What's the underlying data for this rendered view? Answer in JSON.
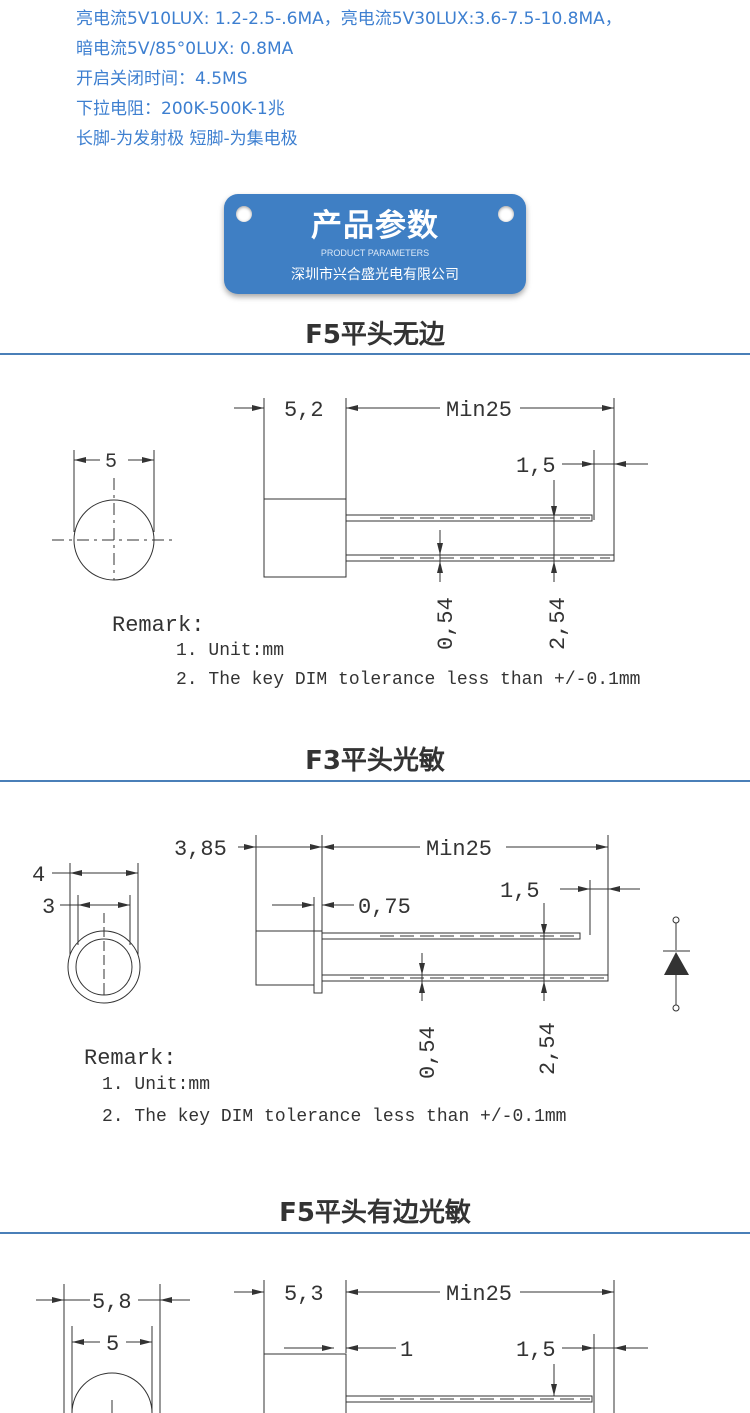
{
  "specs": [
    "亮电流5V10LUX: 1.2-2.5-.6MA，亮电流5V30LUX:3.6-7.5-10.8MA，",
    "暗电流5V/85°0LUX: 0.8MA",
    "开启关闭时间：4.5MS",
    "下拉电阻：200K-500K-1兆",
    "长脚-为发射极   短脚-为集电极"
  ],
  "banner": {
    "title": "产品参数",
    "subtitle": "PRODUCT PARAMETERS",
    "company": "深圳市兴合盛光电有限公司"
  },
  "sections": [
    {
      "title": "F5平头无边",
      "dims": {
        "diameter": "5",
        "body_length": "5,2",
        "lead_length": "Min25",
        "lead_offset": "1,5",
        "lead_width": "0,54",
        "lead_pitch": "2,54"
      },
      "remark": {
        "heading": "Remark:",
        "line1": "1. Unit:mm",
        "line2": "2. The key DIM tolerance less than +/-0.1mm"
      }
    },
    {
      "title": "F3平头光敏",
      "dims": {
        "outer_diameter": "4",
        "inner_diameter": "3",
        "body_length": "3,85",
        "flange": "0,75",
        "lead_length": "Min25",
        "lead_offset": "1,5",
        "lead_width": "0,54",
        "lead_pitch": "2,54"
      },
      "remark": {
        "heading": "Remark:",
        "line1": "1. Unit:mm",
        "line2": "2. The key DIM tolerance less than +/-0.1mm"
      }
    },
    {
      "title": "F5平头有边光敏",
      "dims": {
        "outer_diameter": "5,8",
        "inner_diameter": "5",
        "body_length": "5,3",
        "flange": "1",
        "lead_length": "Min25",
        "lead_offset": "1,5"
      }
    }
  ],
  "colors": {
    "spec_text": "#3d7fd0",
    "banner_bg": "#3f7fc4",
    "rule": "#4a7fb8",
    "line": "#333333"
  }
}
